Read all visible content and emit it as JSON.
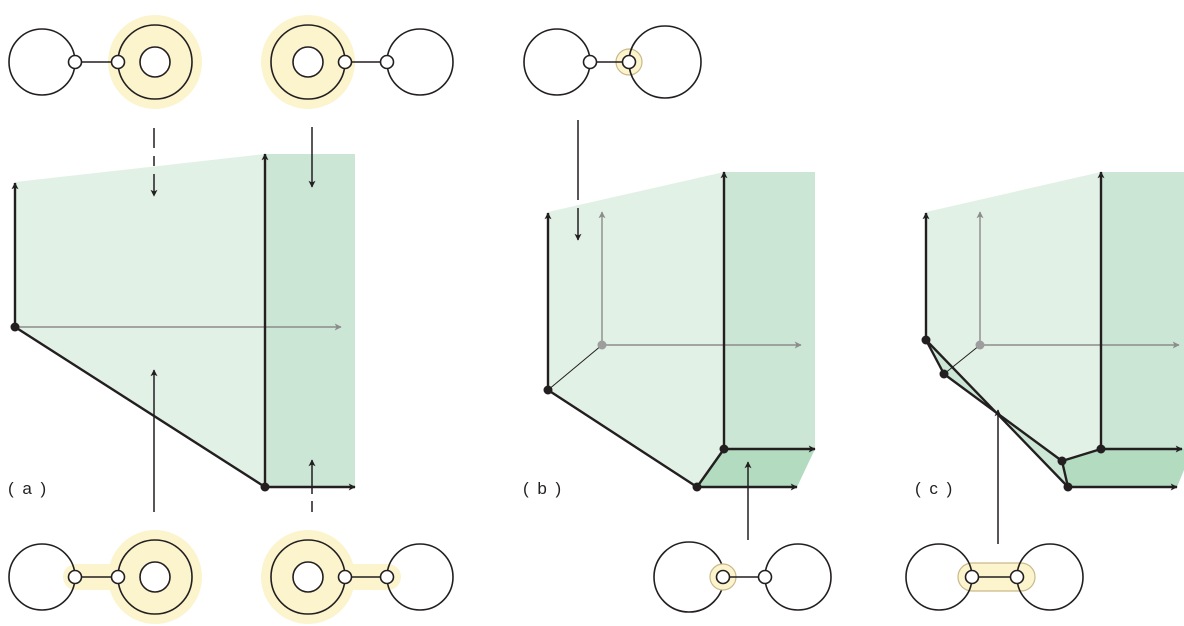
{
  "panels": [
    {
      "id": "a",
      "label": "( a )"
    },
    {
      "id": "b",
      "label": "( b )"
    },
    {
      "id": "c",
      "label": "( c )"
    }
  ],
  "colors": {
    "face_light": "#e2f1e6",
    "face_mid": "#cbe6d5",
    "face_dark": "#b2dbc0",
    "highlight_fill": "#fbf4cd",
    "highlight_stroke": "#c9b98a",
    "edge": "#231f20",
    "axis_grey": "#8c8c8c",
    "hidden_vertex": "#9d9d9d"
  },
  "icons": [
    "graph-glyph",
    "vertex-dot",
    "arrow-head"
  ]
}
